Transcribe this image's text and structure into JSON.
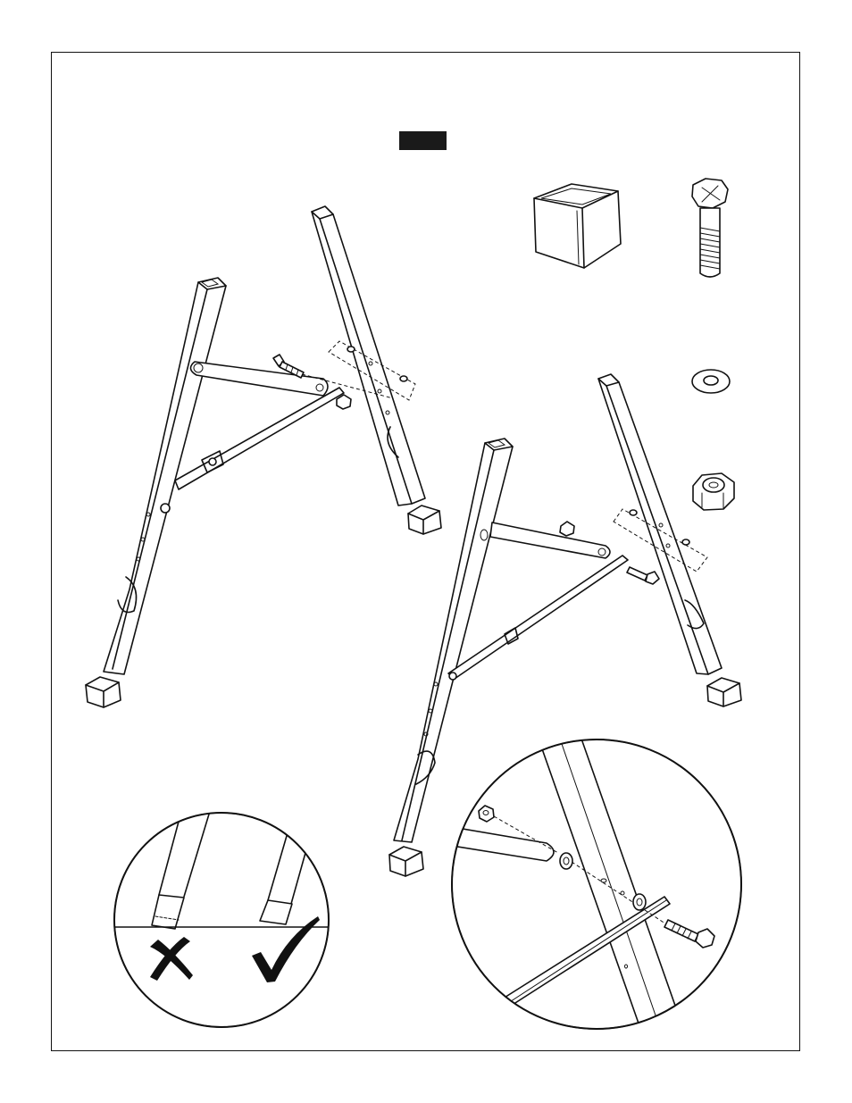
{
  "step": {
    "label": ""
  },
  "hardware": [
    {
      "name": "rubber-foot-cap",
      "icon": "foot-cap-icon"
    },
    {
      "name": "hex-bolt",
      "icon": "hex-bolt-icon"
    },
    {
      "name": "flat-washer",
      "icon": "washer-icon"
    },
    {
      "name": "lock-nut",
      "icon": "lock-nut-icon"
    }
  ],
  "marks": {
    "wrong": "cross-mark-icon",
    "right": "check-mark-icon"
  },
  "colors": {
    "line": "#111111",
    "badge": "#1a1a1a",
    "background": "#ffffff"
  }
}
